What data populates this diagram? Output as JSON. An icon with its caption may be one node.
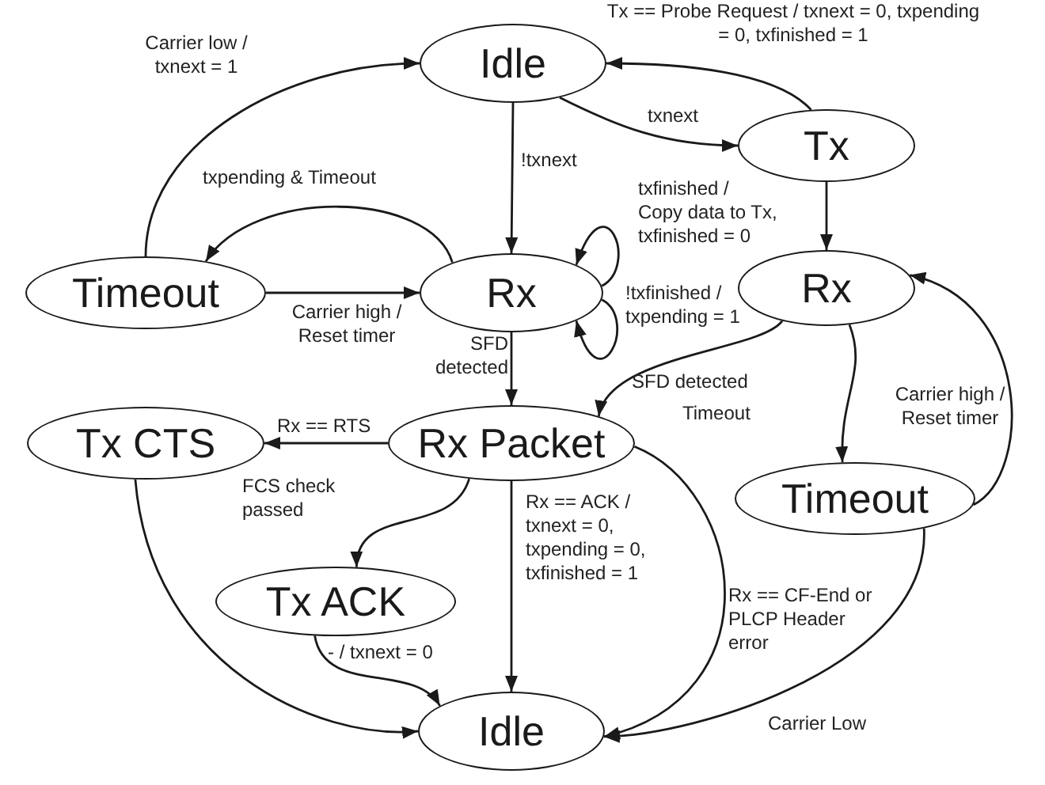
{
  "diagram": {
    "nodes": [
      {
        "text": [
          "Idle"
        ]
      },
      {
        "text": [
          "Tx"
        ]
      },
      {
        "text": [
          "Timeout"
        ]
      },
      {
        "text": [
          "Rx"
        ]
      },
      {
        "text": [
          "Rx"
        ]
      },
      {
        "text": [
          "Tx CTS"
        ]
      },
      {
        "text": [
          "Rx Packet"
        ]
      },
      {
        "text": [
          "Timeout"
        ]
      },
      {
        "text": [
          "Tx ACK"
        ]
      },
      {
        "text": [
          "Idle"
        ]
      }
    ],
    "edges": [
      {
        "from": 2,
        "to": 0,
        "arrow": "to",
        "label": "Carrier low / txnext = 1"
      },
      {
        "from": 3,
        "to": 2,
        "arrow": "to",
        "label": "txpending & Timeout"
      },
      {
        "from": 2,
        "to": 3,
        "arrow": "to",
        "label": "Carrier high / Reset timer"
      },
      {
        "from": 0,
        "to": 3,
        "arrow": "to",
        "label": "!txnext"
      },
      {
        "from": 0,
        "to": 1,
        "arrow": "to",
        "label": "txnext"
      },
      {
        "from": 1,
        "to": 0,
        "arrow": "to",
        "label": "Tx == Probe Request / txnext = 0, txpending = 0, txfinished = 1"
      },
      {
        "from": 3,
        "to": 3,
        "arrow": "to",
        "label": "txfinished / Copy data to Tx, txfinished = 0"
      },
      {
        "from": 3,
        "to": 3,
        "arrow": "to",
        "label": "!txfinished / txpending = 1"
      },
      {
        "from": 1,
        "to": 4,
        "arrow": "to"
      },
      {
        "from": 3,
        "to": 6,
        "arrow": "to",
        "label": "SFD detected"
      },
      {
        "from": 4,
        "to": 6,
        "arrow": "to",
        "label": "SFD detected"
      },
      {
        "from": 4,
        "to": 7,
        "arrow": "to",
        "label": "Timeout"
      },
      {
        "from": 7,
        "to": 4,
        "arrow": "to",
        "label": "Carrier high / Reset timer"
      },
      {
        "from": 6,
        "to": 5,
        "arrow": "to",
        "label": "Rx == RTS"
      },
      {
        "from": 6,
        "to": 8,
        "arrow": "to",
        "label": "FCS check passed"
      },
      {
        "from": 6,
        "to": 9,
        "arrow": "to",
        "label": "Rx == ACK / txnext = 0, txpending = 0, txfinished = 1"
      },
      {
        "from": 6,
        "to": 9,
        "arrow": "to",
        "label": "Rx == CF-End or PLCP Header error"
      },
      {
        "from": 8,
        "to": 9,
        "arrow": "to",
        "label": "- / txnext = 0"
      },
      {
        "from": 5,
        "to": 9,
        "arrow": "to"
      },
      {
        "from": 7,
        "to": 9,
        "arrow": "to",
        "label": "Carrier Low"
      }
    ]
  }
}
